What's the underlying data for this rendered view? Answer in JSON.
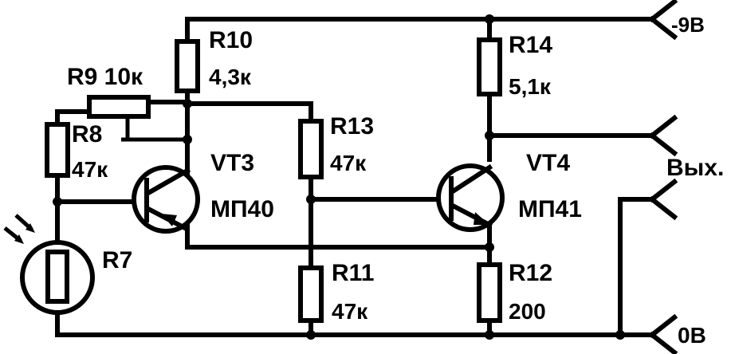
{
  "labels": {
    "r10_name": "R10",
    "r10_value": "4,3к",
    "r9_label": "R9 10к",
    "r8_name": "R8",
    "r8_value": "47к",
    "r13_name": "R13",
    "r13_value": "47к",
    "r14_name": "R14",
    "r14_value": "5,1к",
    "r7_name": "R7",
    "r11_name": "R11",
    "r11_value": "47к",
    "r12_name": "R12",
    "r12_value": "200",
    "vt3_name": "VT3",
    "vt3_type": "МП40",
    "vt4_name": "VT4",
    "vt4_type": "МП41",
    "supply": "-9В",
    "output": "Вых.",
    "ground": "0В"
  },
  "colors": {
    "ink": "#000000",
    "paper": "#ffffff"
  }
}
